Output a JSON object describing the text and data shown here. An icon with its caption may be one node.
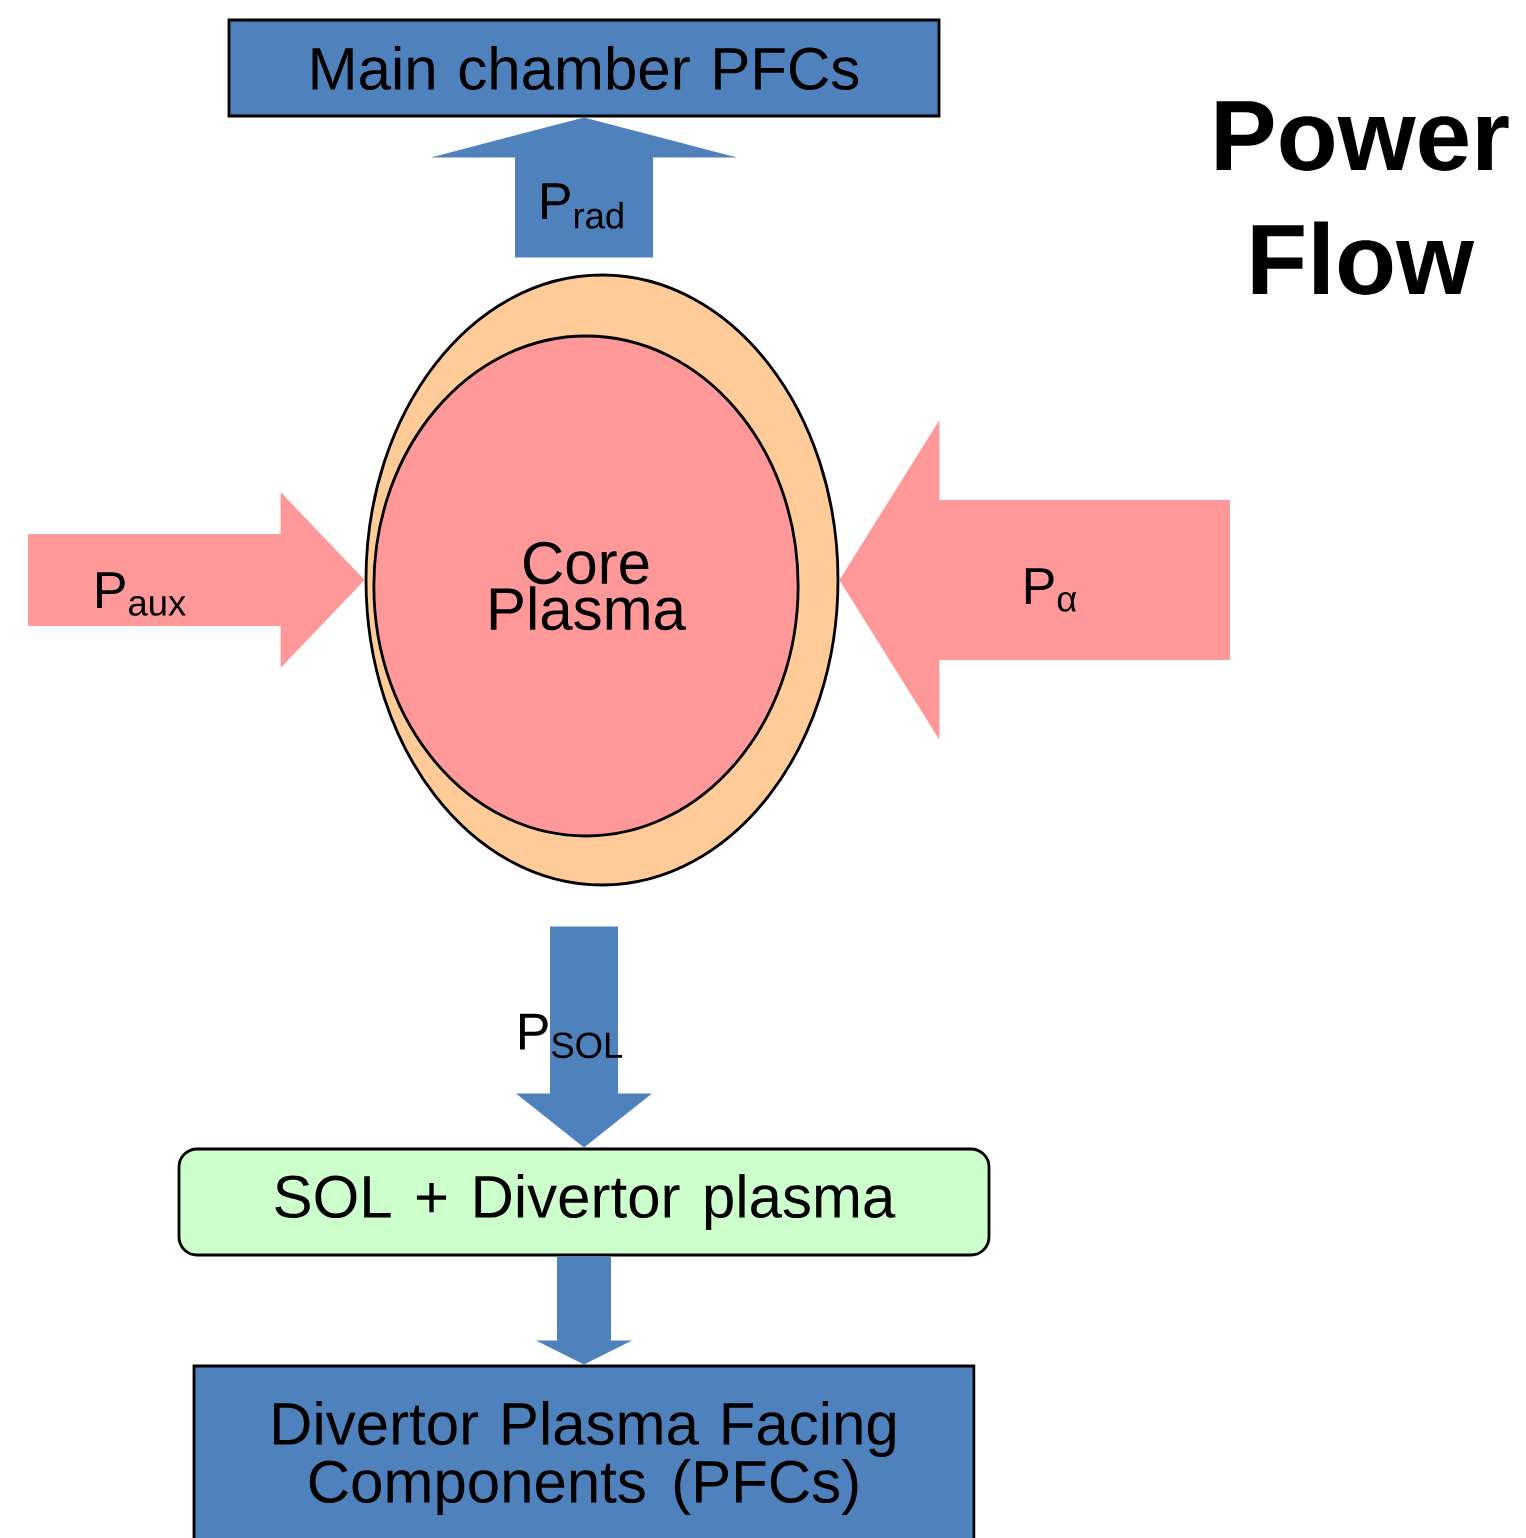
{
  "diagram": {
    "title": "Power Flow",
    "nodes": [
      {
        "text": [
          "Main chamber PFCs"
        ]
      },
      {
        "text": [],
        "shape": "ellipse"
      },
      {
        "text": [
          "Core Plasma"
        ],
        "in": 1
      },
      {
        "text": [
          "SOL + Divertor plasma"
        ]
      },
      {
        "text": [
          "Divertor Plasma Facing Components (PFCs)"
        ]
      }
    ],
    "edges": [
      {
        "from": 1,
        "to": 0,
        "arrow": "to",
        "label": "P$_{rad}$"
      },
      {
        "from": null,
        "to": 1,
        "arrow": "to",
        "label": "P$_{aux}$",
        "color": "#ff9999"
      },
      {
        "from": null,
        "to": 1,
        "arrow": "to",
        "label": "P$_{α}$",
        "color": "#ff9999"
      },
      {
        "from": 1,
        "to": 3,
        "arrow": "to",
        "label": "P$_{SOL}$"
      },
      {
        "from": 3,
        "to": 4,
        "arrow": "to"
      }
    ]
  }
}
